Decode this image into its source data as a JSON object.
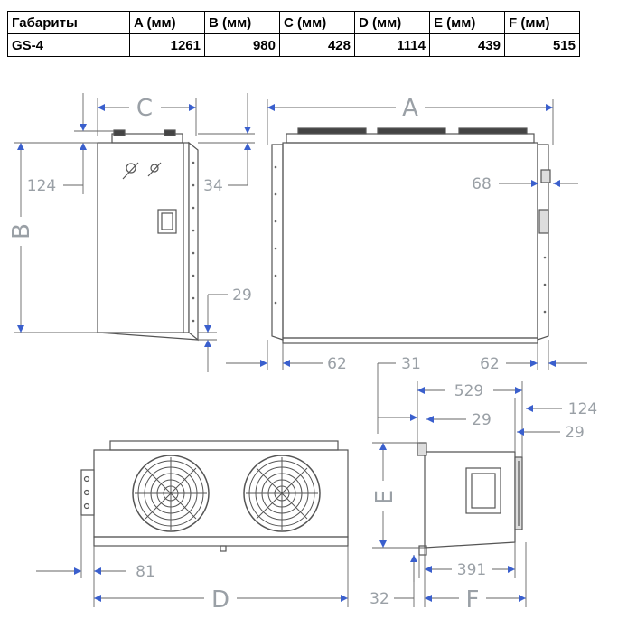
{
  "table": {
    "headers": [
      "Габариты",
      "A (мм)",
      "B (мм)",
      "C (мм)",
      "D (мм)",
      "E (мм)",
      "F (мм)"
    ],
    "row": [
      "GS-4",
      "1261",
      "980",
      "428",
      "1114",
      "439",
      "515"
    ]
  },
  "drawing": {
    "letters": {
      "a": "A",
      "b": "B",
      "c": "C",
      "d": "D",
      "e": "E",
      "f": "F"
    },
    "dims": {
      "d124a": "124",
      "d34": "34",
      "d68": "68",
      "d29a": "29",
      "d62a": "62",
      "d62b": "62",
      "d31": "31",
      "d529": "529",
      "d124b": "124",
      "d29b": "29",
      "d29c": "29",
      "d81": "81",
      "d391": "391",
      "d32": "32"
    }
  },
  "colors": {
    "line": "#555555",
    "label": "#9aa0a6",
    "arrow": "#3a5fcd"
  }
}
